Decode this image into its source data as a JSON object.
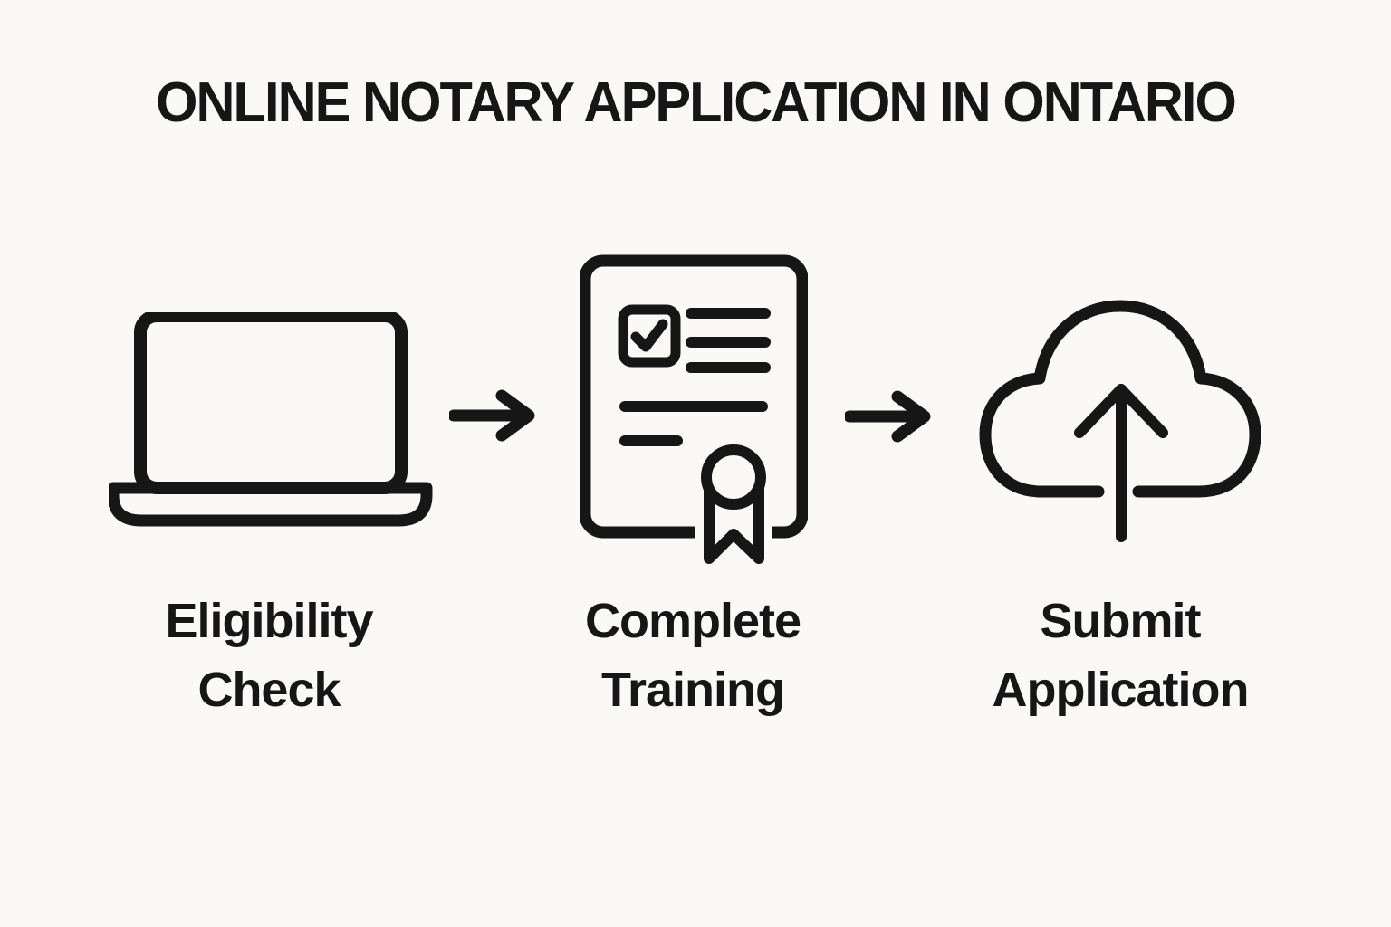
{
  "title": "ONLINE NOTARY APPLICATION IN ONTARIO",
  "steps": [
    {
      "label": "Eligibility\nCheck",
      "icon": "laptop-icon"
    },
    {
      "label": "Complete\nTraining",
      "icon": "certificate-document-icon"
    },
    {
      "label": "Submit\nApplication",
      "icon": "cloud-upload-icon"
    }
  ],
  "connectors": [
    {
      "icon": "arrow-right-icon"
    },
    {
      "icon": "arrow-right-icon"
    }
  ],
  "colors": {
    "ink": "#161616",
    "background": "#faf9f6"
  }
}
